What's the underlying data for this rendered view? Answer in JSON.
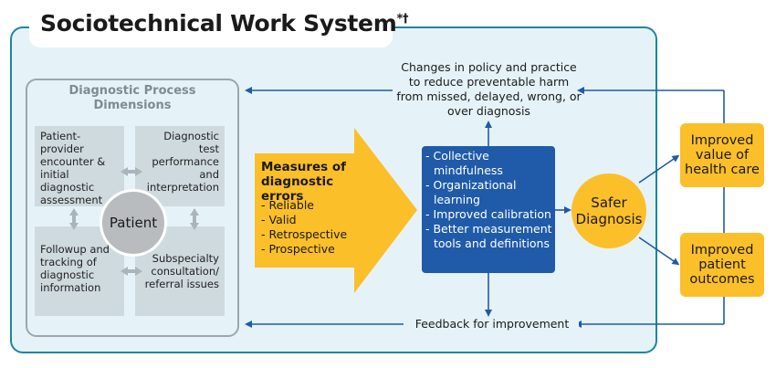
{
  "title": "Sociotechnical Work System",
  "title_marks": "*†",
  "dpd": {
    "title": "Diagnostic Process Dimensions",
    "quadrants": {
      "top_left": "Patient-provider encounter & initial diagnostic assessment",
      "top_right": "Diagnostic test performance and interpretation",
      "bottom_left": "Followup and tracking of diagnostic information",
      "bottom_right": "Subspecialty consultation/ referral issues"
    },
    "center": "Patient"
  },
  "measures": {
    "title": "Measures of diagnostic errors",
    "items": [
      "Reliable",
      "Valid",
      "Retrospective",
      "Prospective"
    ]
  },
  "interventions": [
    "Collective mindfulness",
    "Organizational learning",
    "Improved calibration",
    "Better measurement tools and definitions"
  ],
  "changes_text": "Changes in policy and practice to reduce preventable harm from missed, delayed, wrong, or over diagnosis",
  "feedback_text": "Feedback for improvement",
  "safer_diagnosis": "Safer Diagnosis",
  "outcomes": [
    "Improved value of health care",
    "Improved patient outcomes"
  ],
  "colors": {
    "panel_bg": "#e5f3f8",
    "panel_border": "#1e86a0",
    "arrow_blue": "#1f5ba8",
    "gold": "#fbbf2a",
    "quad_gray": "#cfdadf"
  }
}
